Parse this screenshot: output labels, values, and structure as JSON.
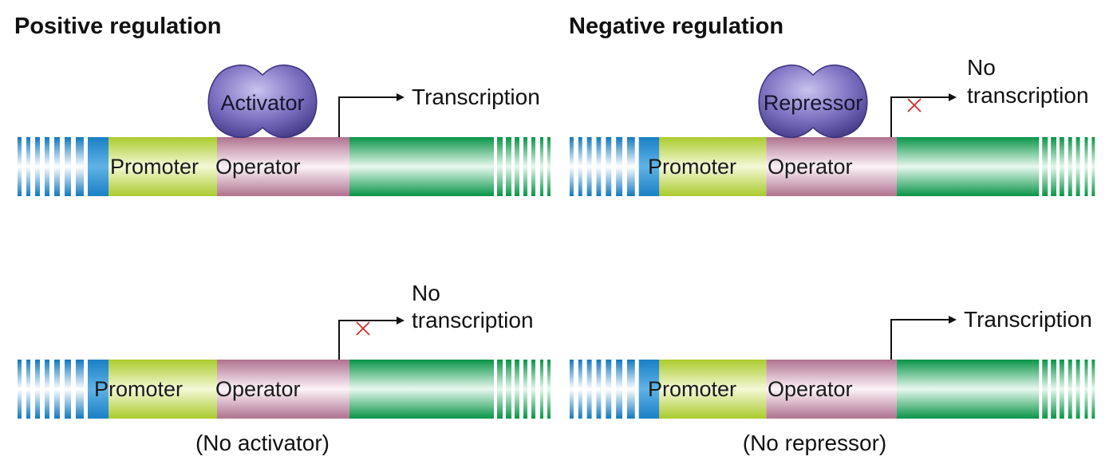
{
  "headings": {
    "positive": "Positive regulation",
    "negative": "Negative regulation"
  },
  "segments": {
    "promoter": "Promoter",
    "operator": "Operator"
  },
  "proteins": {
    "activator": "Activator",
    "repressor": "Repressor"
  },
  "outcomes": {
    "transcription": "Transcription",
    "no_line1": "No",
    "no_line2": "transcription"
  },
  "captions": {
    "no_activator": "(No activator)",
    "no_repressor": "(No repressor)"
  },
  "icons": {
    "blocked": "cross-icon"
  },
  "colors": {
    "dna_blue": "#1a7fc4",
    "promoter": "#b8d13a",
    "operator": "#b57a9a",
    "gene": "#0d9a4c",
    "protein": "#6e5fb0",
    "blocked_mark": "#d42a2a"
  }
}
